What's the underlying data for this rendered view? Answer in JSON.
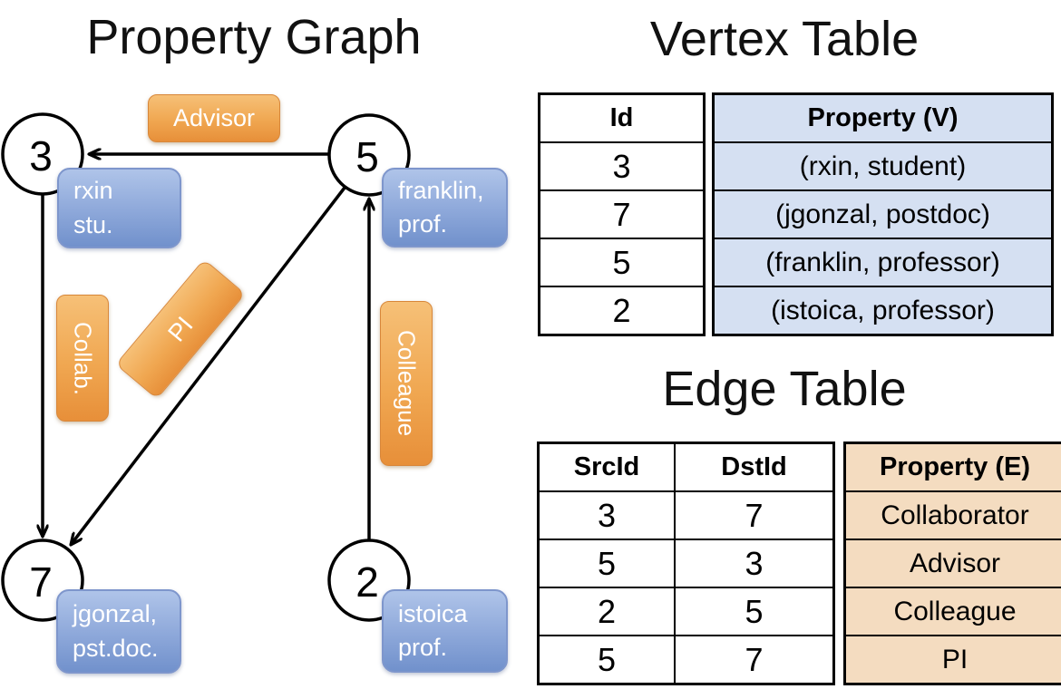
{
  "graph": {
    "title": "Property Graph",
    "nodes": [
      {
        "id": "3",
        "prop_line1": "rxin",
        "prop_line2": "stu."
      },
      {
        "id": "5",
        "prop_line1": "franklin,",
        "prop_line2": "prof."
      },
      {
        "id": "7",
        "prop_line1": "jgonzal,",
        "prop_line2": "pst.doc."
      },
      {
        "id": "2",
        "prop_line1": "istoica",
        "prop_line2": "prof."
      }
    ],
    "edge_labels": {
      "advisor": "Advisor",
      "collab": "Collab.",
      "pi": "PI",
      "colleague": "Colleague"
    }
  },
  "vertex_table": {
    "title": "Vertex Table",
    "columns": {
      "id": "Id",
      "property": "Property (V)"
    },
    "rows": [
      {
        "id": "3",
        "property": "(rxin, student)"
      },
      {
        "id": "7",
        "property": "(jgonzal, postdoc)"
      },
      {
        "id": "5",
        "property": "(franklin, professor)"
      },
      {
        "id": "2",
        "property": "(istoica, professor)"
      }
    ]
  },
  "edge_table": {
    "title": "Edge Table",
    "columns": {
      "src": "SrcId",
      "dst": "DstId",
      "property": "Property (E)"
    },
    "rows": [
      {
        "src": "3",
        "dst": "7",
        "property": "Collaborator"
      },
      {
        "src": "5",
        "dst": "3",
        "property": "Advisor"
      },
      {
        "src": "2",
        "dst": "5",
        "property": "Colleague"
      },
      {
        "src": "5",
        "dst": "7",
        "property": "PI"
      }
    ]
  },
  "colors": {
    "edge_label_orange_top": "#F6C077",
    "edge_label_orange_bottom": "#E78F39",
    "vertex_label_blue_top": "#AFC4E9",
    "vertex_label_blue_bottom": "#7191CC",
    "vertex_cell_blue": "#D5E0F2",
    "edge_cell_tan": "#F4DCC0",
    "line_black": "#000000"
  }
}
